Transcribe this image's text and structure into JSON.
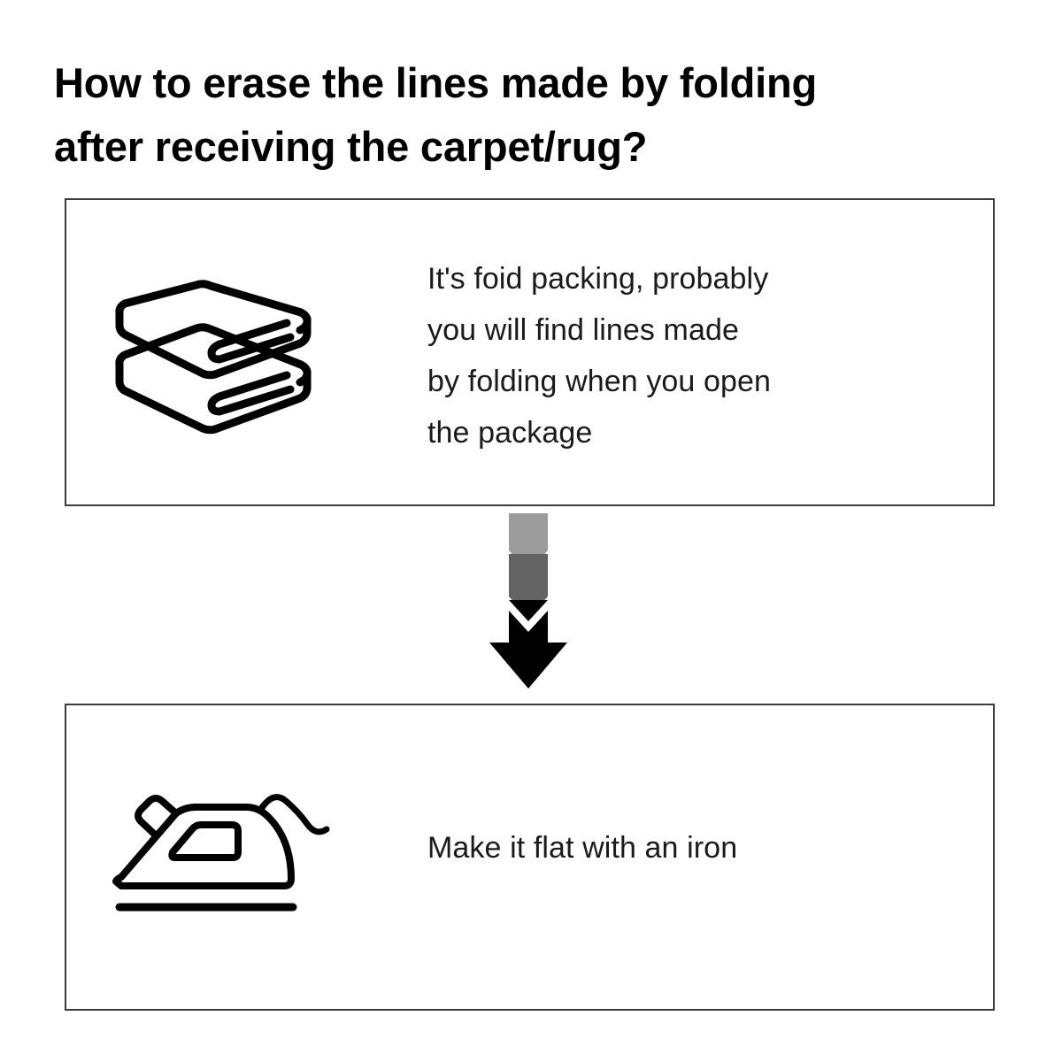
{
  "title": "How to erase the lines made by folding\nafter receiving the carpet/rug?",
  "steps": [
    {
      "id": "step-1",
      "icon": "folded-towels-icon",
      "text": "It's foid packing, probably\nyou will find lines made\nby folding when you open\nthe package"
    },
    {
      "id": "step-2",
      "icon": "clothes-iron-icon",
      "text": "Make it flat with an iron"
    }
  ],
  "arrow": {
    "name": "downward-flow-arrow",
    "segments": [
      {
        "name": "chevron-light",
        "color": "#9c9c9c"
      },
      {
        "name": "chevron-medium",
        "color": "#636363"
      },
      {
        "name": "arrow-head-dark",
        "color": "#000000"
      }
    ]
  },
  "colors": {
    "background": "#ffffff",
    "text": "#1a1a1a",
    "title": "#000000",
    "box_border": "#3b3b42",
    "icon_stroke": "#000000",
    "chevron_light": "#9c9c9c",
    "chevron_medium": "#636363",
    "arrow_dark": "#000000"
  }
}
